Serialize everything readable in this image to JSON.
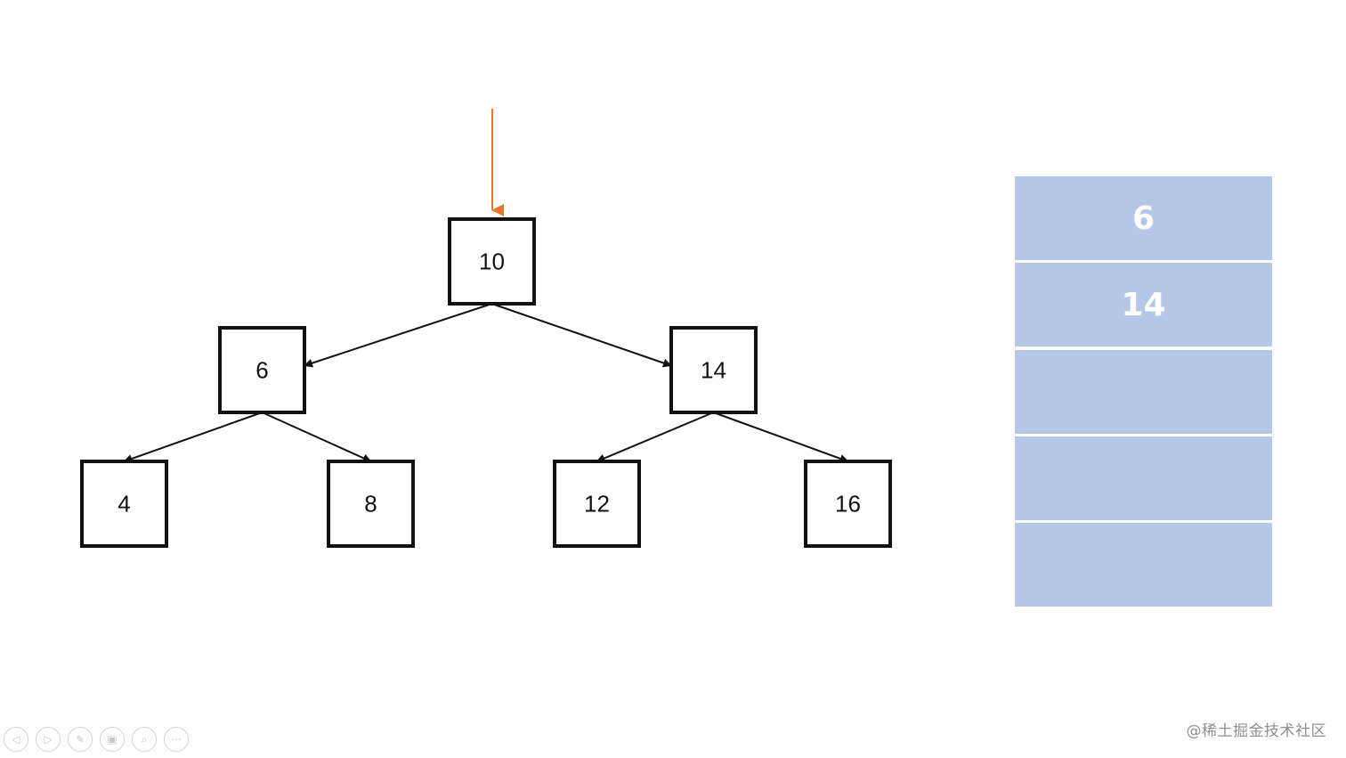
{
  "colors": {
    "node_border": "#111111",
    "edge": "#111111",
    "pointer": "#e07a2e",
    "stack_fill": "#b4c7e7",
    "stack_text": "#ffffff"
  },
  "tree": {
    "nodes": [
      {
        "id": "n10",
        "label": "10"
      },
      {
        "id": "n6",
        "label": "6"
      },
      {
        "id": "n14",
        "label": "14"
      },
      {
        "id": "n4",
        "label": "4"
      },
      {
        "id": "n8",
        "label": "8"
      },
      {
        "id": "n12",
        "label": "12"
      },
      {
        "id": "n16",
        "label": "16"
      }
    ],
    "edges": [
      {
        "from": "n10",
        "to": "n6"
      },
      {
        "from": "n10",
        "to": "n14"
      },
      {
        "from": "n6",
        "to": "n4"
      },
      {
        "from": "n6",
        "to": "n8"
      },
      {
        "from": "n14",
        "to": "n12"
      },
      {
        "from": "n14",
        "to": "n16"
      }
    ],
    "current_pointer_target": "n10"
  },
  "stack": {
    "cells": [
      "6",
      "14",
      "",
      "",
      ""
    ]
  },
  "toolbar": {
    "buttons": [
      {
        "name": "previous-icon",
        "glyph": "◁"
      },
      {
        "name": "next-icon",
        "glyph": "▷"
      },
      {
        "name": "pen-icon",
        "glyph": "✎"
      },
      {
        "name": "slides-icon",
        "glyph": "▣"
      },
      {
        "name": "zoom-icon",
        "glyph": "⌕"
      },
      {
        "name": "more-icon",
        "glyph": "⋯"
      }
    ]
  },
  "watermark": "@稀土掘金技术社区"
}
